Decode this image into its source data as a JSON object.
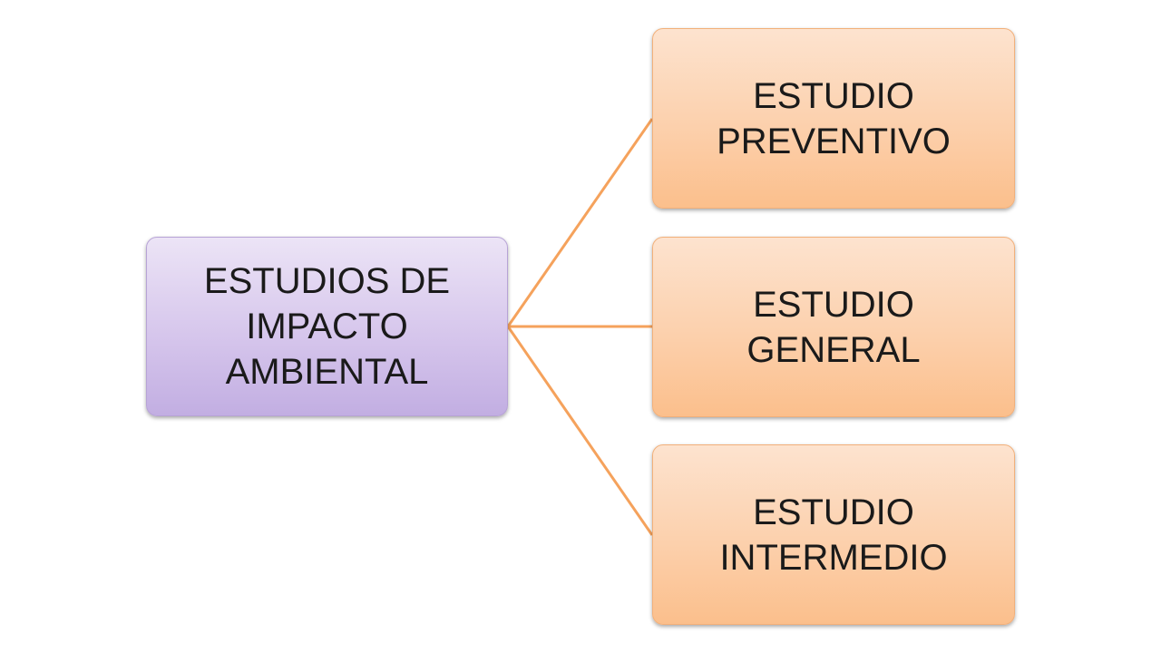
{
  "diagram": {
    "root": {
      "label": "ESTUDIOS DE IMPACTO AMBIENTAL"
    },
    "children": [
      {
        "label": "ESTUDIO PREVENTIVO"
      },
      {
        "label": "ESTUDIO GENERAL"
      },
      {
        "label": "ESTUDIO INTERMEDIO"
      }
    ],
    "colors": {
      "connector": "#f5a25c",
      "root_fill": "#d6c6ec",
      "child_fill": "#fcd0ac"
    }
  }
}
